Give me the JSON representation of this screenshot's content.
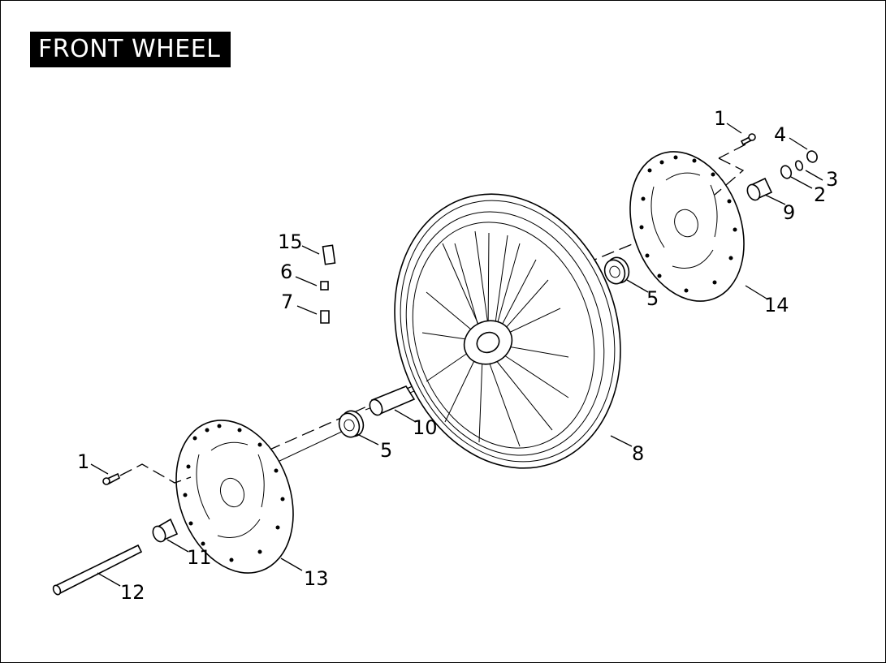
{
  "title": "FRONT WHEEL",
  "callouts": {
    "c1_top": "1",
    "c4": "4",
    "c3": "3",
    "c2": "2",
    "c9": "9",
    "c14": "14",
    "c5_right": "5",
    "c15": "15",
    "c6": "6",
    "c7": "7",
    "c10": "10",
    "c5_left": "5",
    "c8": "8",
    "c1_left": "1",
    "c11": "11",
    "c12": "12",
    "c13": "13"
  }
}
